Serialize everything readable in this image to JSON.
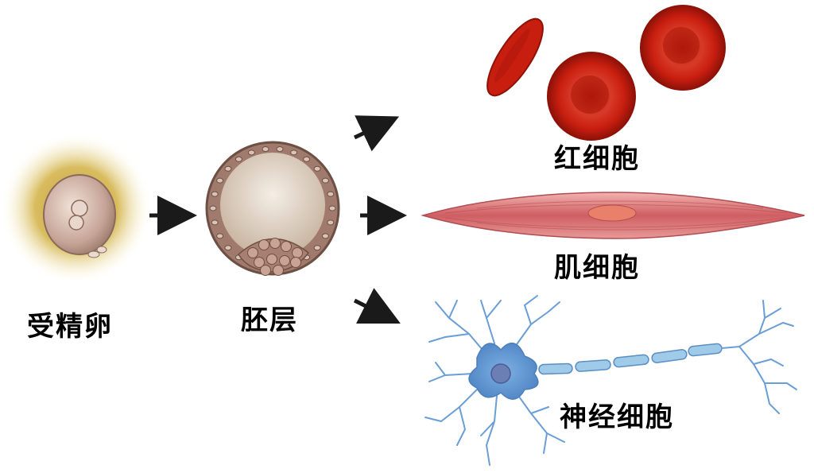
{
  "labels": {
    "zygote": "受精卵",
    "blastula": "胚层",
    "red_blood_cell": "红细胞",
    "muscle_cell": "肌细胞",
    "nerve_cell": "神经细胞"
  },
  "colors": {
    "zygote_halo": "#d9b94e",
    "zygote_cell": "#c9a89a",
    "blastula_wall": "#a07a6c",
    "blastula_inner": "#e7dcd0",
    "rbc": "#c81e10",
    "muscle": "#d46a6c",
    "muscle_nucleus": "#e8806a",
    "neuron": "#6a9ed6",
    "myelin": "#9fcbe8",
    "arrow": "#1a1a1a"
  }
}
